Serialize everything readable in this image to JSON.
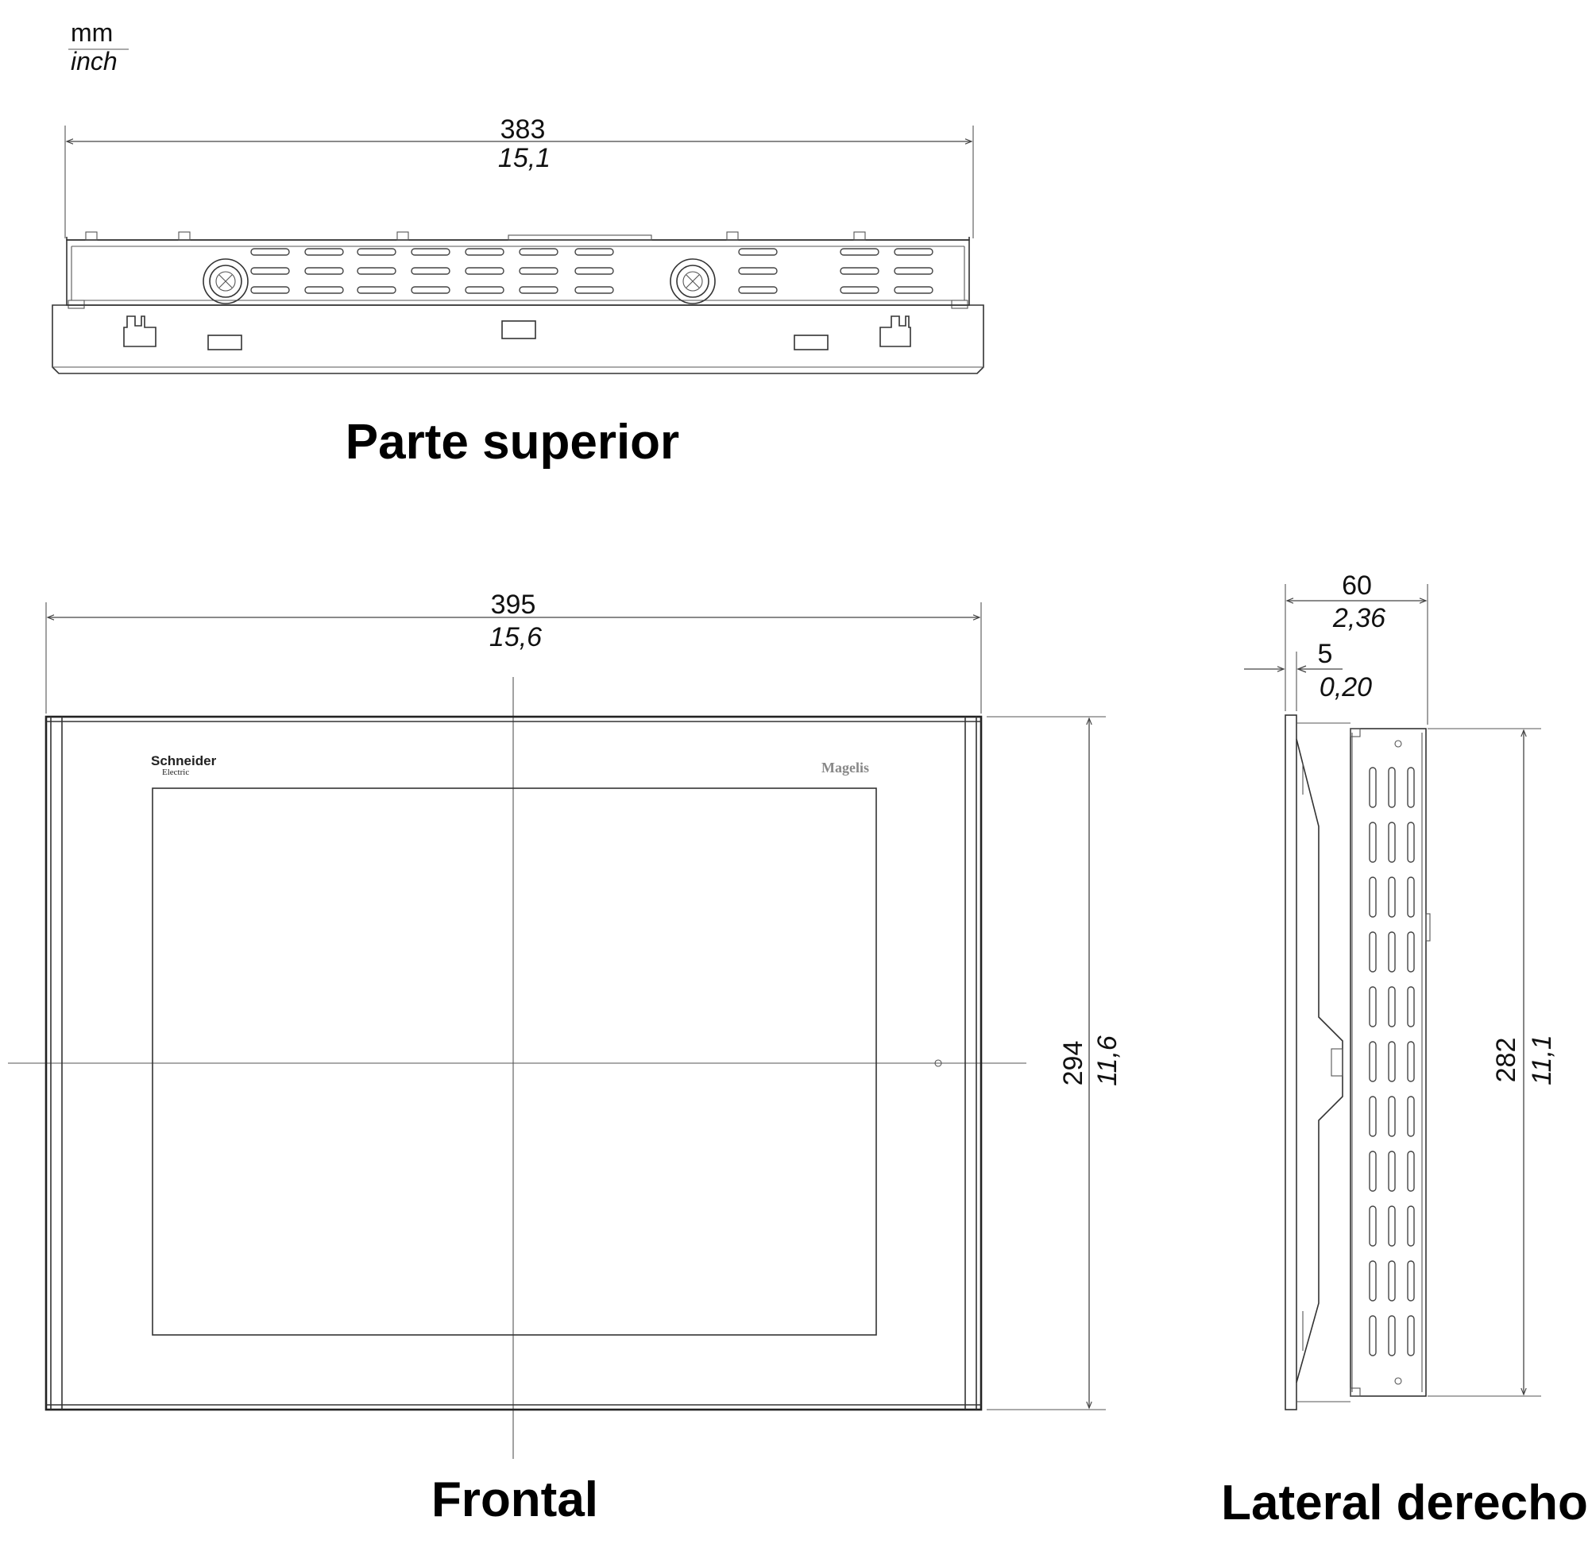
{
  "units": {
    "top": "mm",
    "bottom": "inch"
  },
  "views": {
    "top": {
      "caption": "Parte superior",
      "width_mm": "383",
      "width_inch": "15,1"
    },
    "front": {
      "caption": "Frontal",
      "width_mm": "395",
      "width_inch": "15,6",
      "height_mm": "294",
      "height_inch": "11,6",
      "brand_logo": "Schneider",
      "brand_logo_sub": "Electric",
      "product_logo": "Magelis"
    },
    "side": {
      "caption": "Lateral derecho",
      "depth_mm": "60",
      "depth_inch": "2,36",
      "bezel_mm": "5",
      "bezel_inch": "0,20",
      "height_mm": "282",
      "height_inch": "11,1"
    }
  },
  "colors": {
    "line": "#333333",
    "text": "#111111",
    "background": "#ffffff"
  }
}
